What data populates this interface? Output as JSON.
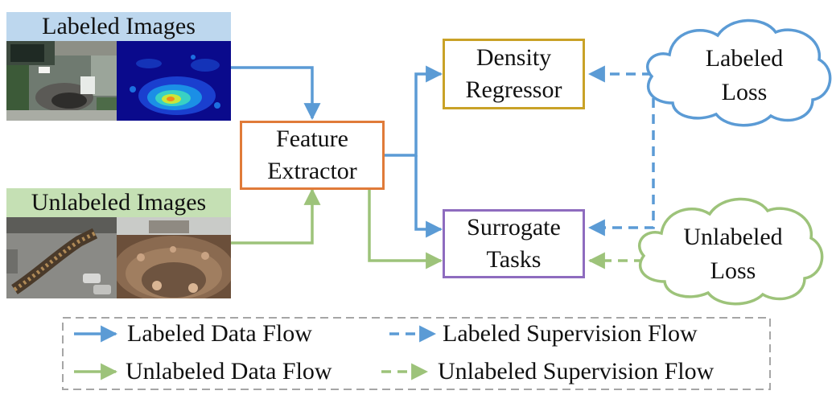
{
  "labeled_images": {
    "title": "Labeled Images"
  },
  "unlabeled_images": {
    "title": "Unlabeled Images"
  },
  "feature_extractor": {
    "line1": "Feature",
    "line2": "Extractor"
  },
  "density_regressor": {
    "line1": "Density",
    "line2": "Regressor"
  },
  "surrogate_tasks": {
    "line1": "Surrogate",
    "line2": "Tasks"
  },
  "labeled_loss": {
    "line1": "Labeled",
    "line2": "Loss"
  },
  "unlabeled_loss": {
    "line1": "Unlabeled",
    "line2": "Loss"
  },
  "legend": {
    "labeled_data_flow": "Labeled Data Flow",
    "labeled_supervision_flow": "Labeled Supervision Flow",
    "unlabeled_data_flow": "Unlabeled Data Flow",
    "unlabeled_supervision_flow": "Unlabeled Supervision Flow"
  },
  "colors": {
    "labeled": "#5b9bd5",
    "unlabeled": "#9dc37a",
    "feature_box": "#e07b39",
    "density_box": "#c9a227",
    "surrogate_box": "#8e6cbf",
    "labeled_header_bg": "#bdd7ee",
    "unlabeled_header_bg": "#c5e0b4",
    "legend_border": "#a6a6a6"
  },
  "icons": {
    "labeled_photo": "aerial-crowd-photo",
    "density_map": "density-heatmap-image",
    "unlabeled_photo_1": "street-crowd-photo",
    "unlabeled_photo_2": "dense-crowd-photo"
  }
}
